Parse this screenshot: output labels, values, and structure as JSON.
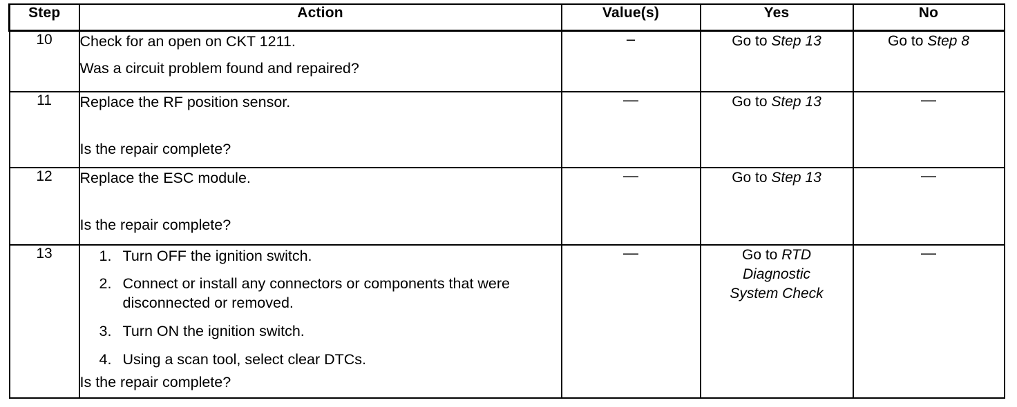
{
  "table": {
    "columns": [
      {
        "key": "step",
        "label": "Step"
      },
      {
        "key": "action",
        "label": "Action"
      },
      {
        "key": "value",
        "label": "Value(s)"
      },
      {
        "key": "yes",
        "label": "Yes"
      },
      {
        "key": "no",
        "label": "No"
      }
    ],
    "rows": [
      {
        "step": "10",
        "action_lines": [
          "Check for an open on CKT 1211.",
          "Was a circuit problem found and repaired?"
        ],
        "value": "–",
        "yes": {
          "prefix": "Go to ",
          "italic": "Step 13"
        },
        "no": {
          "prefix": "Go to ",
          "italic": "Step 8"
        }
      },
      {
        "step": "11",
        "action_lines": [
          "Replace the RF position sensor.",
          "Is the repair complete?"
        ],
        "value": "—",
        "yes": {
          "prefix": "Go to ",
          "italic": "Step 13"
        },
        "no": {
          "dash": "—"
        }
      },
      {
        "step": "12",
        "action_lines": [
          "Replace the ESC module.",
          "Is the repair complete?"
        ],
        "value": "—",
        "yes": {
          "prefix": "Go to ",
          "italic": "Step 13"
        },
        "no": {
          "dash": "—"
        }
      },
      {
        "step": "13",
        "numbered": [
          {
            "num": "1.",
            "text": "Turn OFF the ignition switch."
          },
          {
            "num": "2.",
            "text": "Connect or install any connectors or components that were disconnected or removed."
          },
          {
            "num": "3.",
            "text": "Turn ON the ignition switch."
          },
          {
            "num": "4.",
            "text": "Using a scan tool, select clear DTCs."
          }
        ],
        "tail": "Is the repair complete?",
        "value": "—",
        "yes": {
          "prefix": "Go to ",
          "italic_lines": [
            "RTD",
            "Diagnostic",
            "System Check"
          ]
        },
        "no": {
          "dash": "—"
        }
      }
    ]
  },
  "colors": {
    "ink": "#000000",
    "paper": "#ffffff"
  }
}
